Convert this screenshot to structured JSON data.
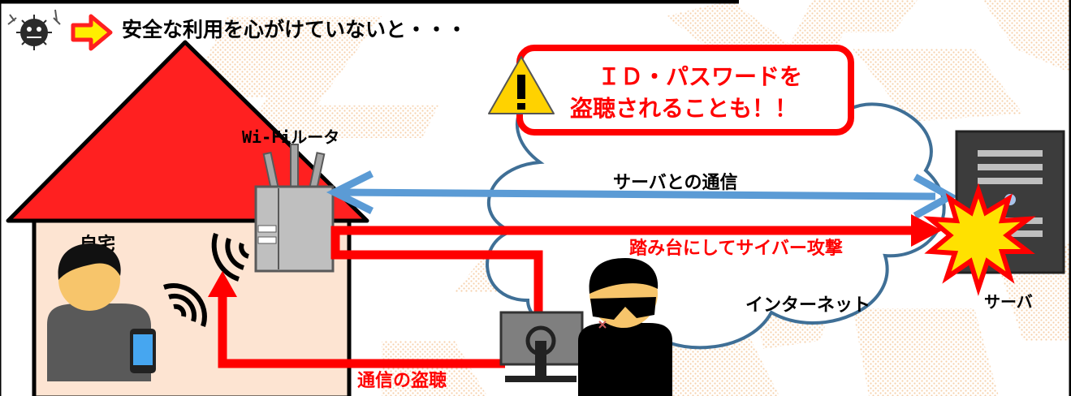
{
  "header": {
    "title": "安全な利用を心がけていないと・・・"
  },
  "warning_callout": {
    "line1": "ＩＤ・パスワードを",
    "line2": "盗聴されることも！！"
  },
  "labels": {
    "router": "Wi-Fiルータ",
    "home": "自宅",
    "server_comm": "サーバとの通信",
    "stepping_stone_attack": "踏み台にしてサイバー攻撃",
    "internet": "インターネット",
    "server": "サーバ",
    "eavesdrop": "通信の盗聴"
  },
  "colors": {
    "attack_red": "#ff0000",
    "roof_red": "#ff2020",
    "house_fill": "#fde4d2",
    "cloud_stroke": "#3f6f96",
    "comm_blue": "#5b9bd5",
    "warning_yellow": "#ffd200",
    "server_gray": "#3c3c3c"
  },
  "icons": [
    "virus-icon",
    "right-arrow-icon",
    "warning-icon",
    "wifi-waves-icon",
    "smartphone-icon",
    "server-icon",
    "explosion-icon",
    "monitor-icon",
    "hacker-icon",
    "user-icon"
  ]
}
